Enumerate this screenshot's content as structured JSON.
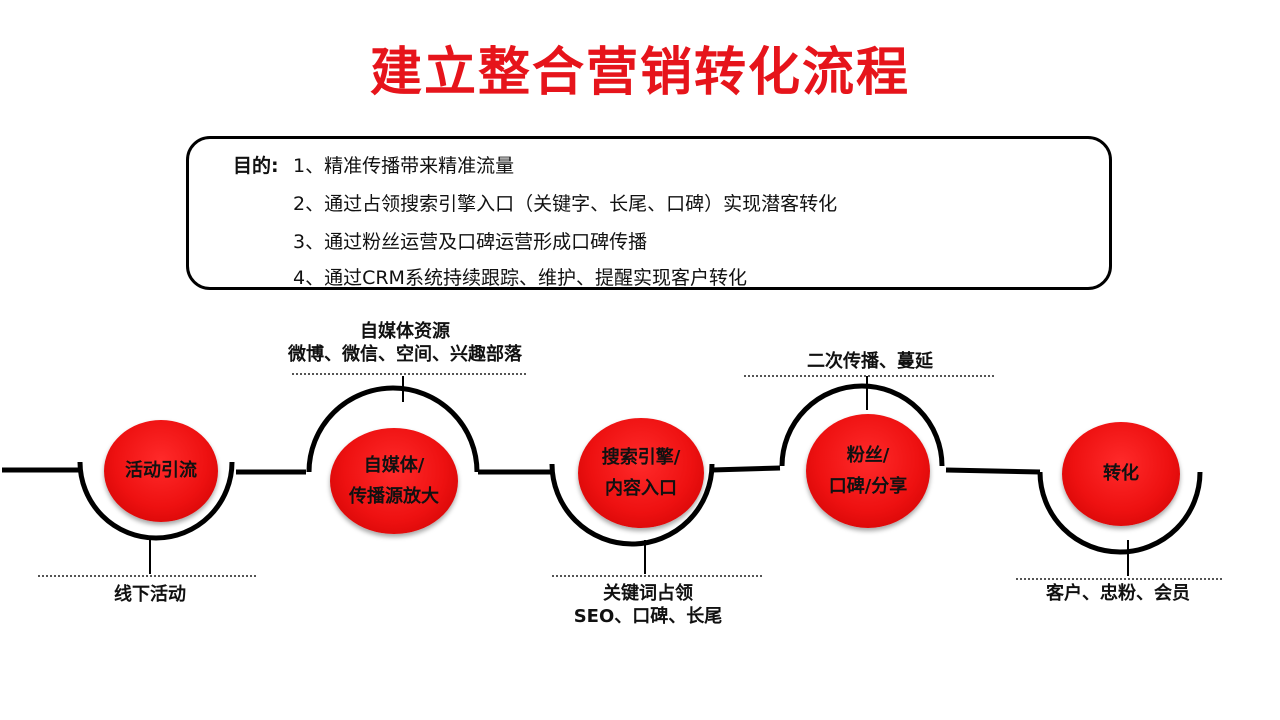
{
  "title": "建立整合营销转化流程",
  "purpose": {
    "label": "目的:",
    "items": [
      "1、精准传播带来精准流量",
      "2、通过占领搜索引擎入口（关键字、长尾、口碑）实现潜客转化",
      "3、通过粉丝运营及口碑运营形成口碑传播",
      "4、通过CRM系统持续跟踪、维护、提醒实现客户转化"
    ]
  },
  "stages": [
    {
      "lines": [
        "活动引流"
      ],
      "annotation": [
        "线下活动"
      ]
    },
    {
      "lines": [
        "自媒体/",
        "传播源放大"
      ],
      "annotation": [
        "自媒体资源",
        "微博、微信、空间、兴趣部落"
      ]
    },
    {
      "lines": [
        "搜索引擎/",
        "内容入口"
      ],
      "annotation": [
        "关键词占领",
        "SEO、口碑、长尾"
      ]
    },
    {
      "lines": [
        "粉丝/",
        "口碑/分享"
      ],
      "annotation": [
        "二次传播、蔓延"
      ]
    },
    {
      "lines": [
        "转化"
      ],
      "annotation": [
        "客户、忠粉、会员"
      ]
    }
  ],
  "colors": {
    "accent": "#e6141b",
    "circle": "#ee1111",
    "line": "#000000"
  }
}
